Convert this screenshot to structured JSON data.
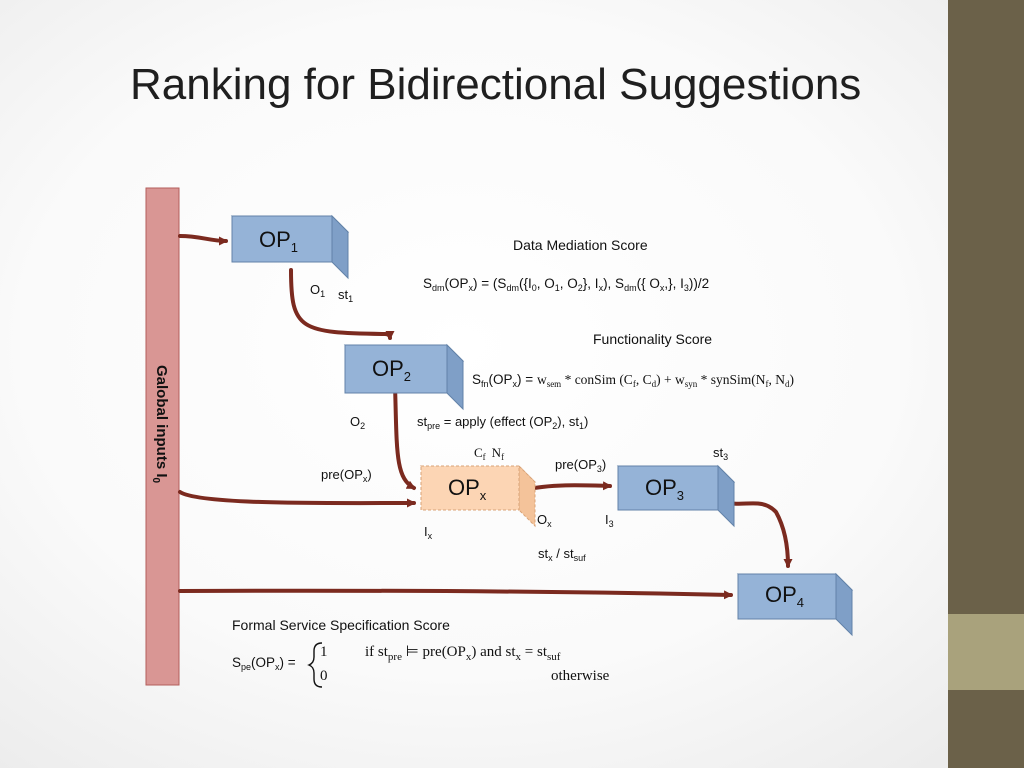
{
  "slide": {
    "title": "Ranking for Bidirectional Suggestions",
    "accent_color": "#6b6149",
    "accent_light": "#a9a27c"
  },
  "diagram": {
    "global_inputs": {
      "label": "Galobal inputs I",
      "sub": "0"
    },
    "ops": {
      "op1": {
        "label": "OP",
        "sub": "1"
      },
      "op2": {
        "label": "OP",
        "sub": "2"
      },
      "opx": {
        "label": "OP",
        "sub": "x"
      },
      "op3": {
        "label": "OP",
        "sub": "3"
      },
      "op4": {
        "label": "OP",
        "sub": "4"
      }
    },
    "labels": {
      "o1": {
        "main": "O",
        "sub": "1"
      },
      "st1": {
        "main": "st",
        "sub": "1"
      },
      "o2": {
        "main": "O",
        "sub": "2"
      },
      "st_pre_line": {
        "a": "st",
        "a_sub": "pre",
        "b": " = apply (effect (OP",
        "b_sub": "2",
        "c": "), st",
        "c_sub": "1",
        "d": ")"
      },
      "pre_opx": {
        "a": "pre(OP",
        "a_sub": "x",
        "b": ")"
      },
      "cf_nf": {
        "c": "C",
        "c_sub": "f",
        "n": "N",
        "n_sub": "f"
      },
      "ix": {
        "main": "I",
        "sub": "x"
      },
      "ox": {
        "main": "O",
        "sub": "x"
      },
      "i3": {
        "main": "I",
        "sub": "3"
      },
      "pre_op3": {
        "a": "pre(OP",
        "a_sub": "3",
        "b": ")"
      },
      "st3": {
        "main": "st",
        "sub": "3"
      },
      "stx_stsuf": {
        "a": "st",
        "a_sub": "x",
        "b": " / st",
        "b_sub": "suf"
      }
    },
    "scores": {
      "data_mediation": {
        "heading": "Data Mediation Score",
        "formula": {
          "p1": "S",
          "p1_sub": "dm",
          "p2": "(OP",
          "p2_sub": "x",
          "p3": ") = (S",
          "p3_sub": "dm",
          "p4": "({I",
          "p4_sub": "0",
          "p5": ", O",
          "p5_sub": "1",
          "p6": ", O",
          "p6_sub": "2",
          "p7": "}, I",
          "p7_sub": "x",
          "p8": "), S",
          "p8_sub": "dm",
          "p9": "({ O",
          "p9_sub": "x",
          "p10": ",}, I",
          "p10_sub": "3",
          "p11": "))/2"
        }
      },
      "functionality": {
        "heading": "Functionality Score",
        "formula": {
          "p1": "S",
          "p1_sub": "fn",
          "p2": "(OP",
          "p2_sub": "x",
          "p3": ") = ",
          "w": "w",
          "w_sub": "sem",
          "p4": " * conSim (C",
          "p4_sub": "f",
          "p5": ", C",
          "p5_sub": "d",
          "p6": ") + w",
          "p6_sub": "syn",
          "p7": " *  synSim(N",
          "p7_sub": "f",
          "p8": ", N",
          "p8_sub": "d",
          "p9": ")"
        }
      },
      "formal_spec": {
        "heading": "Formal Service Specification Score",
        "lhs": {
          "a": "S",
          "a_sub": "pe",
          "b": "(OP",
          "b_sub": "x",
          "c": ") ="
        },
        "case1_value": "1",
        "case1_cond": {
          "a": "if st",
          "a_sub": "pre",
          "b": " ⊨ pre(OP",
          "b_sub": "x",
          "c": ") and st",
          "c_sub": "x",
          "d": " =  st",
          "d_sub": "suf"
        },
        "case2_value": "0",
        "case2_cond": "otherwise"
      }
    },
    "colors": {
      "bar": "#d99694",
      "op_box": "#95b3d7",
      "op_x_box": "#fcd5b4",
      "arrow": "#7b2a1f"
    }
  }
}
